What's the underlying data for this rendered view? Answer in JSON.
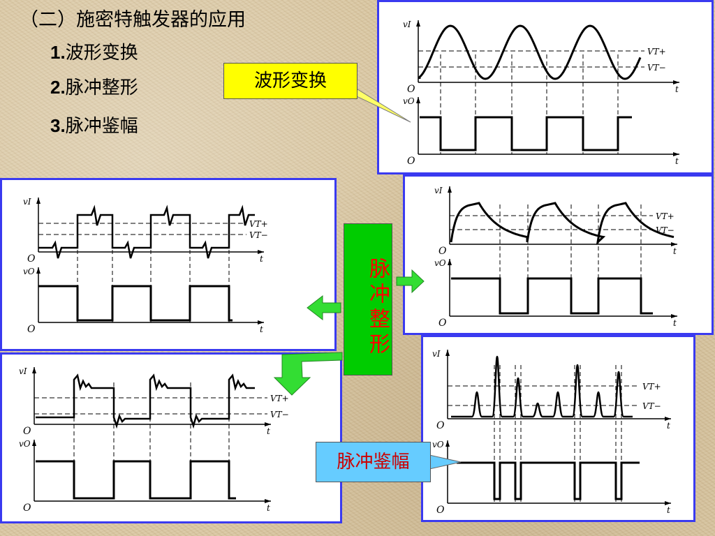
{
  "heading": "（二）施密特触发器的应用",
  "items": [
    {
      "num": "1.",
      "text": "波形变换"
    },
    {
      "num": "2.",
      "text": "脉冲整形"
    },
    {
      "num": "3.",
      "text": "脉冲鉴幅"
    }
  ],
  "callouts": {
    "waveform": {
      "text": "波形变换",
      "bg": "#ffff00"
    },
    "shaping": {
      "text": "脉冲整形",
      "bg": "#00cc00",
      "color": "#ff0000"
    },
    "amplitude": {
      "text": "脉冲鉴幅",
      "bg": "#66ccff",
      "color": "#cc0000"
    }
  },
  "labels": {
    "vi": "vI",
    "vo": "vO",
    "origin": "O",
    "t": "t",
    "vt_plus": "VT+",
    "vt_minus": "VT−"
  },
  "colors": {
    "panel_border": "#3a3af0",
    "arrow": "#33dd33"
  }
}
